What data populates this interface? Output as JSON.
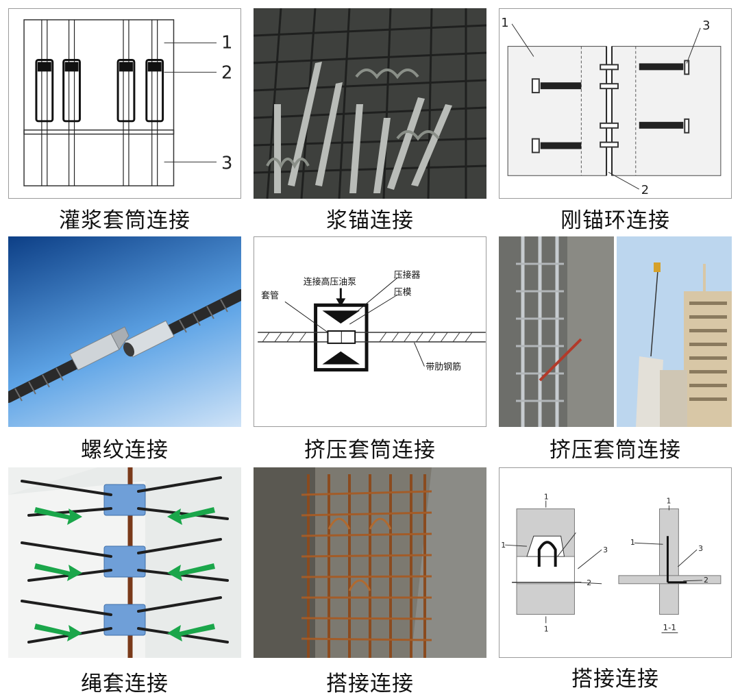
{
  "panels": [
    {
      "caption": "灌浆套筒连接",
      "labels": [
        "1",
        "2",
        "3"
      ]
    },
    {
      "caption": "浆锚连接"
    },
    {
      "caption": "刚锚环连接",
      "labels": [
        "1",
        "2",
        "3"
      ]
    },
    {
      "caption": "螺纹连接"
    },
    {
      "caption": "挤压套筒连接",
      "labels": [
        "连接高压油泵",
        "压接器",
        "套管",
        "压模",
        "带肋钢筋"
      ]
    },
    {
      "caption": "挤压套筒连接"
    },
    {
      "caption": "绳套连接"
    },
    {
      "caption": "搭接连接"
    },
    {
      "caption": "搭接连接",
      "labels": [
        "1",
        "1",
        "1",
        "2",
        "3",
        "1",
        "1",
        "2",
        "3",
        "1-1"
      ]
    }
  ],
  "colors": {
    "arrow_green": "#1aa64a",
    "bracket_blue": "#6f9fd8",
    "rebar_rust": "#8a4b1f",
    "sky_blue": "#bcd6ee",
    "thread_blue": "#1f4a8a"
  },
  "icons": [
    "rebar-drawing",
    "rebar-photo",
    "arrow-icon"
  ]
}
